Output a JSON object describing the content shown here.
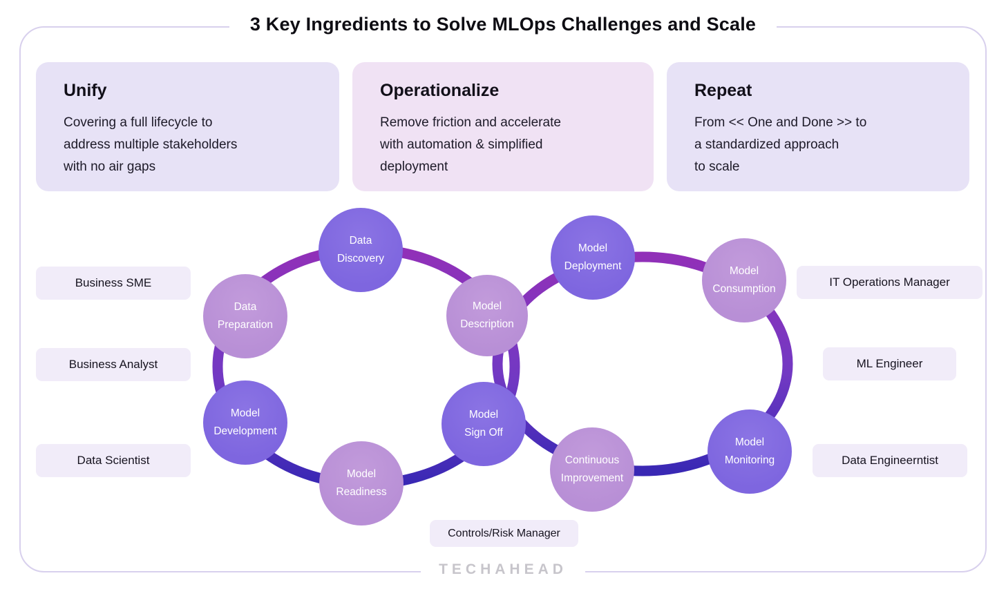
{
  "title": "3 Key Ingredients to Solve MLOps Challenges and Scale",
  "cards": [
    {
      "heading": "Unify",
      "body_lines": [
        "Covering a full lifecycle to",
        "address multiple stakeholders",
        "with no air gaps"
      ]
    },
    {
      "heading": "Operationalize",
      "body_lines": [
        "Remove friction and accelerate",
        "with automation & simplified",
        "deployment"
      ]
    },
    {
      "heading": "Repeat",
      "body_lines": [
        "From << One and Done >> to",
        "a standardized approach",
        "to scale"
      ]
    }
  ],
  "lifecycle": {
    "nodes": [
      {
        "id": "data-discovery",
        "label_lines": [
          "Data",
          "Discovery"
        ],
        "variant": "dark"
      },
      {
        "id": "data-preparation",
        "label_lines": [
          "Data",
          "Preparation"
        ],
        "variant": "light"
      },
      {
        "id": "model-development",
        "label_lines": [
          "Model",
          "Development"
        ],
        "variant": "dark"
      },
      {
        "id": "model-readiness",
        "label_lines": [
          "Model",
          "Readiness"
        ],
        "variant": "light"
      },
      {
        "id": "model-description",
        "label_lines": [
          "Model",
          "Description"
        ],
        "variant": "light"
      },
      {
        "id": "model-sign-off",
        "label_lines": [
          "Model",
          "Sign Off"
        ],
        "variant": "dark"
      },
      {
        "id": "model-deployment",
        "label_lines": [
          "Model",
          "Deployment"
        ],
        "variant": "dark"
      },
      {
        "id": "model-consumption",
        "label_lines": [
          "Model",
          "Consumption"
        ],
        "variant": "light"
      },
      {
        "id": "continuous-improvement",
        "label_lines": [
          "Continuous",
          "Improvement"
        ],
        "variant": "light"
      },
      {
        "id": "model-monitoring",
        "label_lines": [
          "Model",
          "Monitoring"
        ],
        "variant": "dark"
      }
    ]
  },
  "roles": {
    "left": [
      "Business SME",
      "Business Analyst",
      "Data Scientist"
    ],
    "right": [
      "IT Operations Manager",
      "ML Engineer",
      "Data Engineerntist"
    ],
    "bottom": "Controls/Risk Manager"
  },
  "logo": "TECHAHEAD",
  "colors": {
    "node_dark": "#7E66DF",
    "node_light": "#B88FD6",
    "ring_top": "#9130B8",
    "ring_mid": "#7239C3",
    "ring_bottom": "#3928B4",
    "card_lavender": "#E7E2F6",
    "card_pink": "#F0E2F4",
    "pill_bg": "#F1ECF9",
    "frame_border": "#D8D0ED"
  }
}
